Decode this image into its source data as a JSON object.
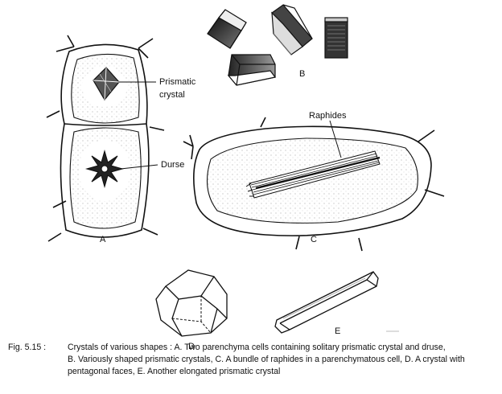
{
  "figure": {
    "labels": {
      "prismatic_line1": "Prismatic",
      "prismatic_line2": "crystal",
      "druse": "Durse",
      "raphides": "Raphides",
      "panel_a": "A",
      "panel_b": "B",
      "panel_c": "C",
      "panel_d": "D",
      "panel_e": "E"
    },
    "caption": {
      "prefix": "Fig. 5.15 :",
      "line1": "Crystals of various shapes : A. Two parenchyma cells containing solitary prismatic crystal and druse,",
      "line2": "B. Variously shaped prismatic crystals, C. A bundle of raphides in a parenchymatous cell, D. A crystal with",
      "line3": "pentagonal faces, E. Another elongated prismatic crystal"
    }
  }
}
